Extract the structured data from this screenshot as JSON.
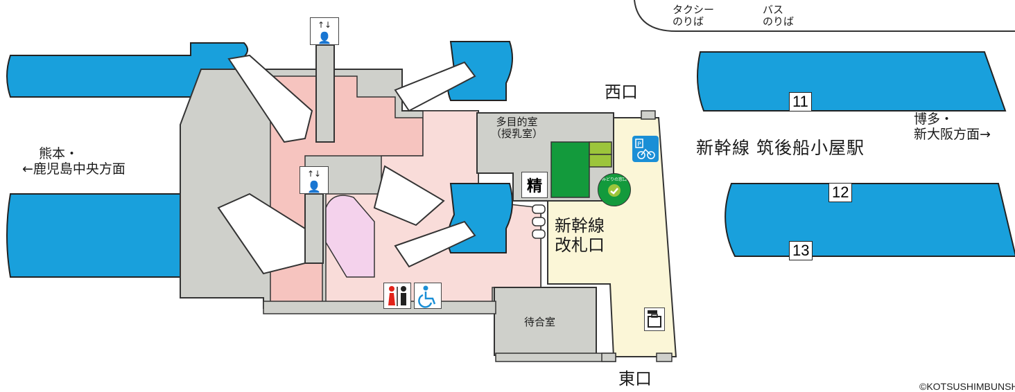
{
  "labels": {
    "taxi": [
      "タクシー",
      "のりば"
    ],
    "bus": [
      "バス",
      "のりば"
    ],
    "west_exit": "西口",
    "east_exit": "東口",
    "multipurpose_room": [
      "多目的室",
      "（授乳室）"
    ],
    "direction_south": [
      "熊本・",
      "←鹿児島中央方面"
    ],
    "direction_north": [
      "博多・",
      "新大阪方面→"
    ],
    "station_name": "新幹線 筑後船小屋駅",
    "ticket_gate": [
      "新幹線",
      "改札口"
    ],
    "waiting_room": "待合室",
    "fare_adjustment": "精",
    "midori_window": "みどりの窓口",
    "copyright": "©KOTSUSHIMBUNSHA"
  },
  "platforms": {
    "p11": "11",
    "p12": "12",
    "p13": "13"
  },
  "colors": {
    "track_blue": "#19a0dc",
    "concourse_pink": "#f6c4bf",
    "concourse_light_pink": "#f9dcd9",
    "floor_gray": "#cfd0cb",
    "gate_cream": "#fbf6d7",
    "midori_green": "#139a3c",
    "lime": "#9cc53b",
    "toilet_red": "#e2231a",
    "accessible_blue": "#1a8fd6"
  },
  "icons": [
    "elevator-icon",
    "toilet-icon",
    "accessible-toilet-icon",
    "midori-window-icon",
    "park-and-ride-icon",
    "coin-locker-icon",
    "fare-adjustment-icon"
  ]
}
